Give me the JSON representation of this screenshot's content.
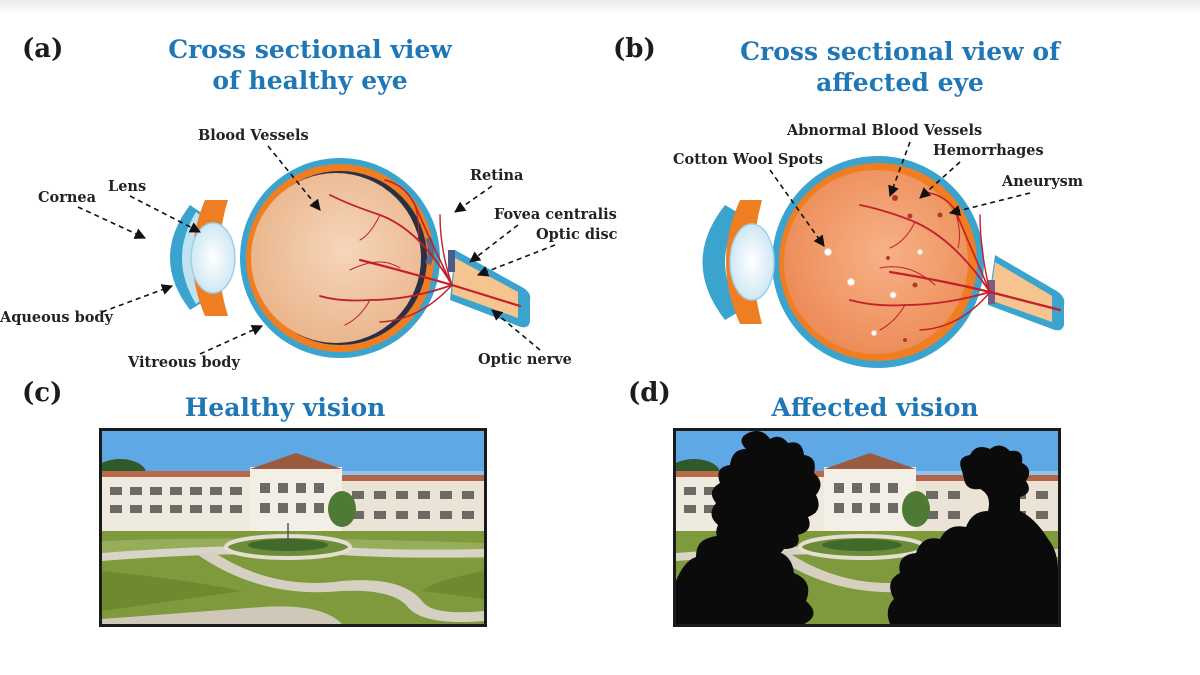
{
  "panels": {
    "a": {
      "letter": "(a)",
      "title_line1": "Cross sectional view",
      "title_line2": "of healthy eye",
      "labels": {
        "blood_vessels": "Blood Vessels",
        "lens": "Lens",
        "cornea": "Cornea",
        "retina": "Retina",
        "fovea": "Fovea centralis",
        "optic_disc": "Optic disc",
        "aqueous": "Aqueous body",
        "vitreous": "Vitreous body",
        "optic_nerve": "Optic nerve"
      }
    },
    "b": {
      "letter": "(b)",
      "title_line1": "Cross sectional view of",
      "title_line2": "affected eye",
      "labels": {
        "abnormal_vessels": "Abnormal Blood Vessels",
        "cotton_wool": "Cotton Wool Spots",
        "hemorrhages": "Hemorrhages",
        "aneurysm": "Aneurysm"
      }
    },
    "c": {
      "letter": "(c)",
      "title": "Healthy vision"
    },
    "d": {
      "letter": "(d)",
      "title": "Affected vision"
    }
  },
  "colors": {
    "title_blue": "#1f77b6",
    "sclera_orange": "#ef7d22",
    "vitreous_healthy": "#f2c8a4",
    "vitreous_affected": "#f29d6c",
    "outer_blue": "#3aa4cf",
    "vessel_red": "#c2202b"
  }
}
